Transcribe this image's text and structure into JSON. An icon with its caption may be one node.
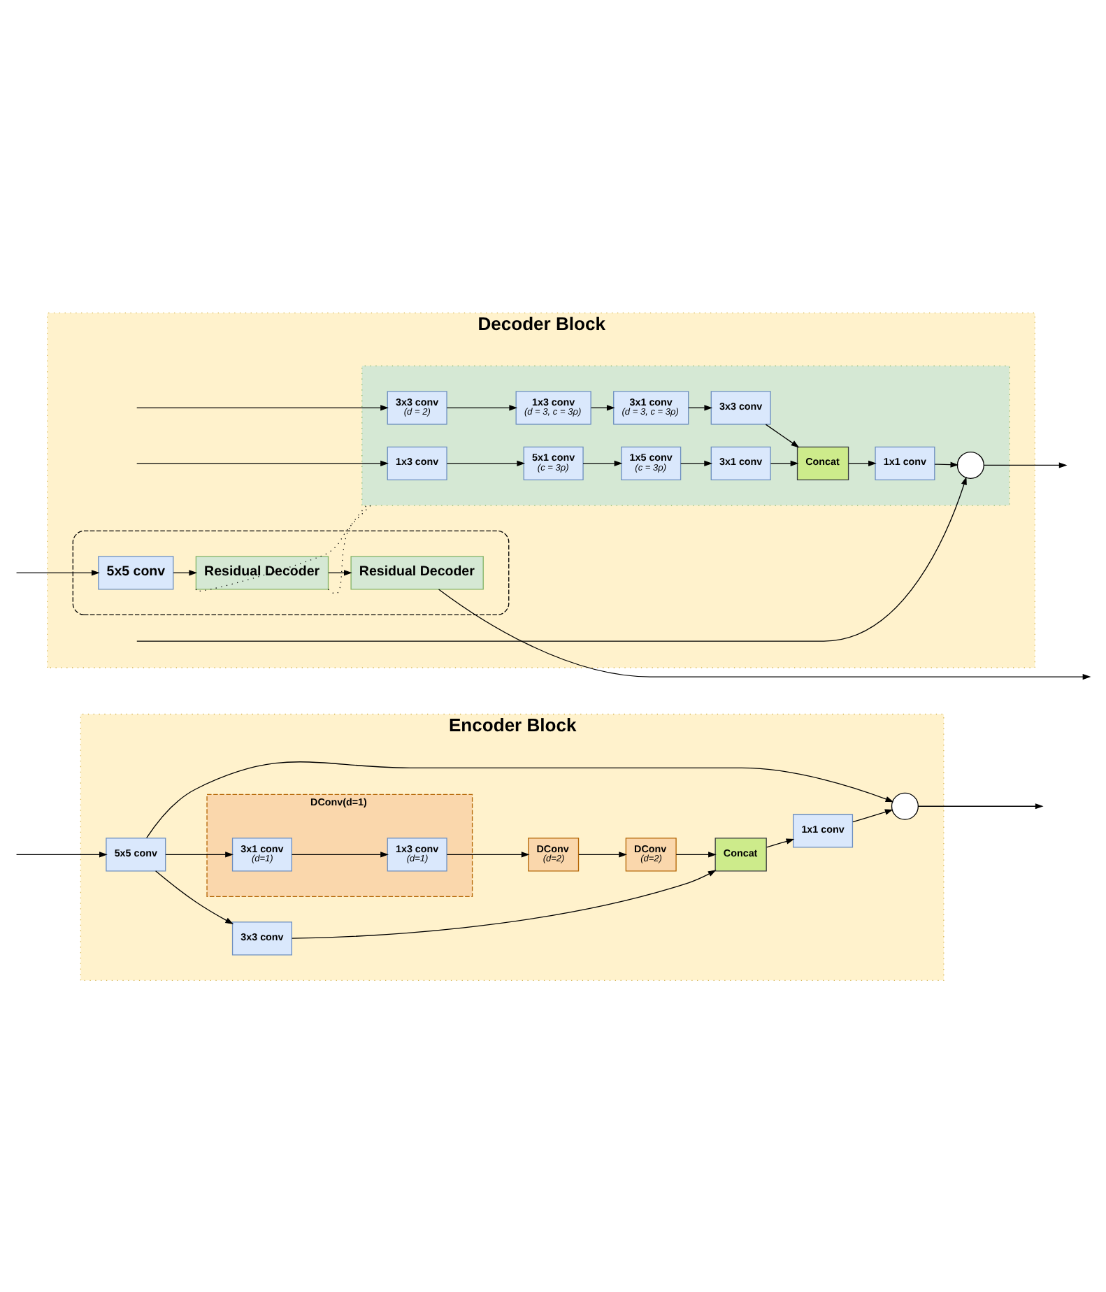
{
  "diagram": {
    "nodes": [
      {
        "text": [
          "Encoder Block"
        ]
      },
      {
        "text": [
          "5x5 conv"
        ],
        "in": 0
      },
      {
        "text": [
          "3x3 conv"
        ],
        "in": 0
      },
      {
        "text": [
          "DConv(d=1)"
        ],
        "in": 0
      },
      {
        "text": [
          "3x1 conv",
          "(d=1)"
        ],
        "in": 3
      },
      {
        "text": [
          "1x3 conv",
          "(d=1)"
        ],
        "in": 3
      },
      {
        "text": [
          "DConv",
          "(d=2)"
        ],
        "in": 0
      },
      {
        "text": [
          "DConv",
          "(d=2)"
        ],
        "in": 0
      },
      {
        "text": [
          "Concat"
        ],
        "in": 0
      },
      {
        "text": [
          "1x1 conv"
        ],
        "in": 0
      },
      {
        "text": [],
        "shape": "circle",
        "in": 0
      },
      {
        "text": [
          "Decoder Block"
        ]
      },
      {
        "text": [],
        "shape": "box",
        "in": 11
      },
      {
        "text": [
          "5x5 conv"
        ],
        "in": 12
      },
      {
        "text": [
          "Residual Decoder"
        ],
        "in": 12
      },
      {
        "text": [
          "Residual Decoder"
        ],
        "in": 12
      },
      {
        "text": [],
        "shape": "box",
        "in": 11
      },
      {
        "text": [
          "1x3 conv"
        ],
        "in": 16
      },
      {
        "text": [
          "5x1 conv",
          "(c = 3ρ)"
        ],
        "in": 16
      },
      {
        "text": [
          "1x5 conv",
          "(c = 3ρ)"
        ],
        "in": 16
      },
      {
        "text": [
          "3x1 conv"
        ],
        "in": 16
      },
      {
        "text": [
          "3x3 conv",
          "(d = 2)"
        ],
        "in": 16
      },
      {
        "text": [
          "1x3 conv",
          "(d = 3, c = 3ρ)"
        ],
        "in": 16
      },
      {
        "text": [
          "3x1 conv",
          "(d = 3, c = 3ρ)"
        ],
        "in": 16
      },
      {
        "text": [
          "3x3 conv"
        ],
        "in": 16
      },
      {
        "text": [
          "Concat"
        ],
        "in": 16
      },
      {
        "text": [
          "1x1 conv"
        ],
        "in": 16
      },
      {
        "text": [],
        "shape": "circle",
        "in": 16
      }
    ],
    "edges": [
      {
        "from": null,
        "to": 1,
        "arrow": "to"
      },
      {
        "from": 1,
        "to": 2,
        "arrow": "to"
      },
      {
        "from": 1,
        "to": 4,
        "arrow": "to"
      },
      {
        "from": 1,
        "to": 10,
        "arrow": "to"
      },
      {
        "from": 4,
        "to": 5,
        "arrow": "to"
      },
      {
        "from": 5,
        "to": 6,
        "arrow": "to"
      },
      {
        "from": 6,
        "to": 7,
        "arrow": "to"
      },
      {
        "from": 7,
        "to": 8,
        "arrow": "to"
      },
      {
        "from": 2,
        "to": 8,
        "arrow": "to"
      },
      {
        "from": 8,
        "to": 9,
        "arrow": "to"
      },
      {
        "from": 9,
        "to": 10,
        "arrow": "to"
      },
      {
        "from": 10,
        "to": null,
        "arrow": "to"
      },
      {
        "from": null,
        "to": 13,
        "arrow": "to"
      },
      {
        "from": 13,
        "to": 14,
        "arrow": "to"
      },
      {
        "from": 14,
        "to": 15,
        "arrow": "to"
      },
      {
        "from": 15,
        "to": null,
        "arrow": "to"
      },
      {
        "from": 14,
        "to": 16,
        "arrow": "none",
        "style": "dashed"
      },
      {
        "from": 14,
        "to": 16,
        "arrow": "none",
        "style": "dashed"
      },
      {
        "from": null,
        "to": 17,
        "arrow": "to"
      },
      {
        "from": null,
        "to": 21,
        "arrow": "to"
      },
      {
        "from": null,
        "to": 27,
        "arrow": "to"
      },
      {
        "from": 17,
        "to": 18,
        "arrow": "to"
      },
      {
        "from": 18,
        "to": 19,
        "arrow": "to"
      },
      {
        "from": 19,
        "to": 20,
        "arrow": "to"
      },
      {
        "from": 20,
        "to": 25,
        "arrow": "to"
      },
      {
        "from": 21,
        "to": 22,
        "arrow": "to"
      },
      {
        "from": 22,
        "to": 23,
        "arrow": "to"
      },
      {
        "from": 23,
        "to": 24,
        "arrow": "to"
      },
      {
        "from": 24,
        "to": 25,
        "arrow": "to"
      },
      {
        "from": 25,
        "to": 26,
        "arrow": "to"
      },
      {
        "from": 26,
        "to": 27,
        "arrow": "to"
      },
      {
        "from": 27,
        "to": null,
        "arrow": "to"
      }
    ]
  }
}
